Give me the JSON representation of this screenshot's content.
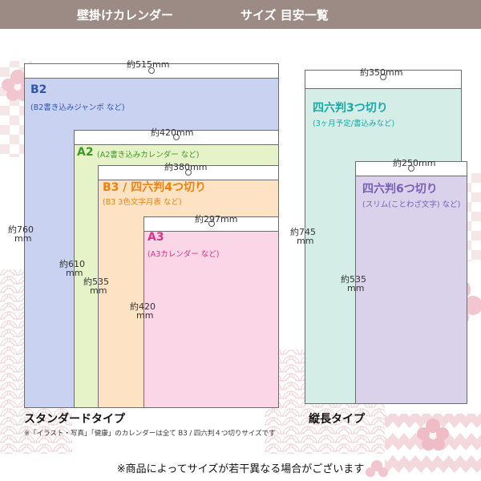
{
  "header": {
    "title": "壁掛けカレンダー",
    "subtitle": "サイズ 目安一覧"
  },
  "standard": {
    "caption": "スタンダードタイプ",
    "note": "※「イラスト・写真」「健康」のカレンダーは全て B3 / 四六判４つ切りサイズです",
    "sheets": [
      {
        "title": "B2",
        "sub": "(B2書き込みジャンボ など)",
        "width": "約515mm",
        "height_top": "約760",
        "height_bottom": "mm",
        "color": "#c9d2f0",
        "title_color": "#2f56b0"
      },
      {
        "title": "A2",
        "sub": "(A2書き込みカレンダー など)",
        "width": "約420mm",
        "height_top": "約610",
        "height_bottom": "mm",
        "color": "#e6f2c7",
        "title_color": "#3a9a28"
      },
      {
        "title": "B3 / 四六判4つ切り",
        "sub": "(B3 3色文字月表 など)",
        "width": "約380mm",
        "height_top": "約535",
        "height_bottom": "mm",
        "color": "#fde3c4",
        "title_color": "#f0800a"
      },
      {
        "title": "A3",
        "sub": "(A3カレンダー など)",
        "width": "約297mm",
        "height_top": "約420",
        "height_bottom": "mm",
        "color": "#fbd6e6",
        "title_color": "#d8328a"
      }
    ]
  },
  "tall": {
    "caption": "縦長タイプ",
    "sheets": [
      {
        "title": "四六判3つ切り",
        "sub": "(3ヶ月予定/書込みなど)",
        "width": "約350mm",
        "height_top": "約745",
        "height_bottom": "mm",
        "color": "#d4ede7",
        "title_color": "#1aa8a8"
      },
      {
        "title": "四六判6つ切り",
        "sub": "(スリム(ことわざ文字) など)",
        "width": "約250mm",
        "height_top": "約535",
        "height_bottom": "mm",
        "color": "#d9d2ea",
        "title_color": "#7560b8"
      }
    ]
  },
  "footer": {
    "note": "※商品によってサイズが若干異なる場合がございます"
  }
}
